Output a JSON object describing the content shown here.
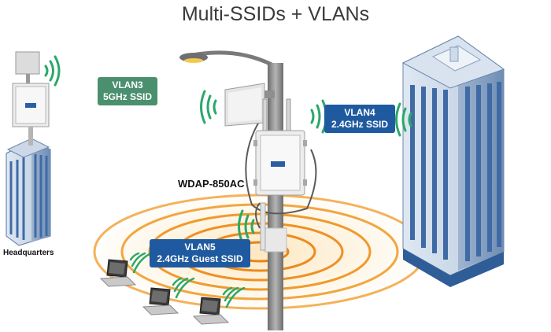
{
  "title": "Multi-SSIDs + VLANs",
  "device_label": "WDAP-850AC",
  "hq_label": "Headquarters",
  "vlans": [
    {
      "name": "VLAN3",
      "ssid": "5GHz SSID",
      "color": "#4a8f6e"
    },
    {
      "name": "VLAN4",
      "ssid": "2.4GHz SSID",
      "color": "#1f5aa0"
    },
    {
      "name": "VLAN5",
      "ssid": "2.4GHz Guest SSID",
      "color": "#1f5aa0"
    }
  ],
  "colors": {
    "wifi": "#2aa86a",
    "ring": "#f2a640",
    "pole": "#8a8a8a",
    "building": "#4f7bb5"
  },
  "icons": [
    "wifi-icon",
    "laptop-icon",
    "access-point-icon",
    "street-lamp-icon",
    "skyscraper-icon"
  ]
}
